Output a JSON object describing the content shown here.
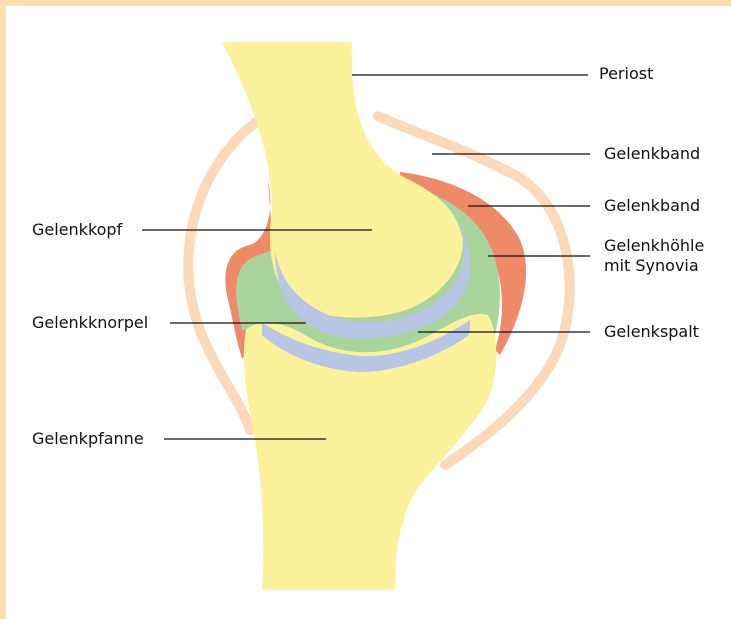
{
  "labels": {
    "periost": "Periost",
    "gelenkband_outer": "Gelenkband",
    "gelenkband_inner": "Gelenkband",
    "gelenkhoehle_line1": "Gelenkhöhle",
    "gelenkhoehle_line2": "mit Synovia",
    "gelenkspalt": "Gelenkspalt",
    "gelenkkopf": "Gelenkkopf",
    "gelenkknorpel": "Gelenkknorpel",
    "gelenkpfanne": "Gelenkpfanne"
  },
  "colors": {
    "border": "#fddfb0",
    "bone": "#fdf29c",
    "capsule_outer": "#fcd9b8",
    "ligament": "#ee8a68",
    "synovia": "#a9d49c",
    "cartilage": "#b8c6e6",
    "line": "#111111"
  }
}
